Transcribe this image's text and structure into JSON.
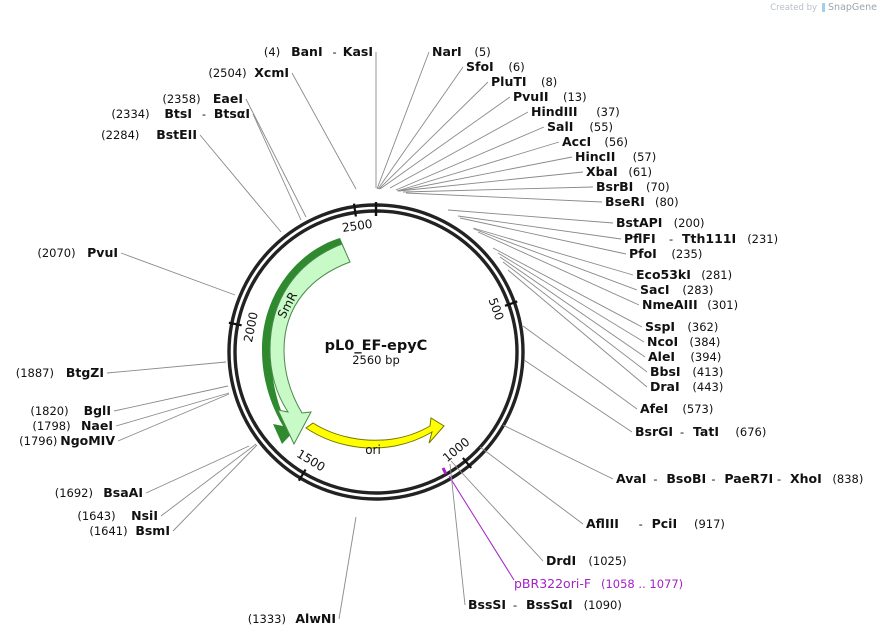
{
  "branding": {
    "created_by": "Created by",
    "product": "SnapGene",
    "logo_icon": "snapgene-logo-icon"
  },
  "plasmid": {
    "name": "pL0_EF-epyC",
    "size_label": "2560 bp",
    "length": 2560
  },
  "ticks": [
    {
      "position": 500,
      "label": "500"
    },
    {
      "position": 1000,
      "label": "1000"
    },
    {
      "position": 1500,
      "label": "1500"
    },
    {
      "position": 2000,
      "label": "2000"
    },
    {
      "position": 2500,
      "label": "2500"
    }
  ],
  "features": [
    {
      "name": "SmR",
      "type": "gene",
      "color": "#c8fac8",
      "stroke": "#4a8a4a",
      "direction": "reverse"
    },
    {
      "name": "ori",
      "type": "origin",
      "color": "#ffff00",
      "stroke": "#777700",
      "direction": "forward"
    }
  ],
  "primers": [
    {
      "name": "pBR322ori-F",
      "range": "(1058 .. 1077)",
      "color": "#a521c8"
    }
  ],
  "sites_right": [
    {
      "names": [
        "NarI"
      ],
      "position": "(5)"
    },
    {
      "names": [
        "SfoI"
      ],
      "position": "(6)"
    },
    {
      "names": [
        "PluTI"
      ],
      "position": "(8)"
    },
    {
      "names": [
        "PvuII"
      ],
      "position": "(13)"
    },
    {
      "names": [
        "HindIII"
      ],
      "position": "(37)"
    },
    {
      "names": [
        "SalI"
      ],
      "position": "(55)"
    },
    {
      "names": [
        "AccI"
      ],
      "position": "(56)"
    },
    {
      "names": [
        "HincII"
      ],
      "position": "(57)"
    },
    {
      "names": [
        "XbaI"
      ],
      "position": "(61)"
    },
    {
      "names": [
        "BsrBI"
      ],
      "position": "(70)"
    },
    {
      "names": [
        "BseRI"
      ],
      "position": "(80)"
    },
    {
      "names": [
        "BstAPI"
      ],
      "position": "(200)"
    },
    {
      "names": [
        "PflFI",
        "Tth111I"
      ],
      "position": "(231)"
    },
    {
      "names": [
        "PfoI"
      ],
      "position": "(235)"
    },
    {
      "names": [
        "Eco53kI"
      ],
      "position": "(281)"
    },
    {
      "names": [
        "SacI"
      ],
      "position": "(283)"
    },
    {
      "names": [
        "NmeAIII"
      ],
      "position": "(301)"
    },
    {
      "names": [
        "SspI"
      ],
      "position": "(362)"
    },
    {
      "names": [
        "NcoI"
      ],
      "position": "(384)"
    },
    {
      "names": [
        "AleI"
      ],
      "position": "(394)"
    },
    {
      "names": [
        "BbsI"
      ],
      "position": "(413)"
    },
    {
      "names": [
        "DraI"
      ],
      "position": "(443)"
    },
    {
      "names": [
        "AfeI"
      ],
      "position": "(573)"
    },
    {
      "names": [
        "BsrGI",
        "TatI"
      ],
      "position": "(676)"
    },
    {
      "names": [
        "AvaI",
        "BsoBI",
        "PaeR7I",
        "XhoI"
      ],
      "position": "(838)"
    },
    {
      "names": [
        "AflIII",
        "PciI"
      ],
      "position": "(917)"
    },
    {
      "names": [
        "DrdI"
      ],
      "position": "(1025)"
    },
    {
      "names": [
        "BssSI",
        "BssSαI"
      ],
      "position": "(1090)"
    }
  ],
  "sites_left": [
    {
      "names": [
        "BanI",
        "KasI"
      ],
      "position": "(4)"
    },
    {
      "names": [
        "XcmI"
      ],
      "position": "(2504)"
    },
    {
      "names": [
        "EaeI"
      ],
      "position": "(2358)"
    },
    {
      "names": [
        "BtsI",
        "BtsαI"
      ],
      "position": "(2334)"
    },
    {
      "names": [
        "BstEII"
      ],
      "position": "(2284)"
    },
    {
      "names": [
        "PvuI"
      ],
      "position": "(2070)"
    },
    {
      "names": [
        "BtgZI"
      ],
      "position": "(1887)"
    },
    {
      "names": [
        "BglI"
      ],
      "position": "(1820)"
    },
    {
      "names": [
        "NaeI"
      ],
      "position": "(1798)"
    },
    {
      "names": [
        "NgoMIV"
      ],
      "position": "(1796)"
    },
    {
      "names": [
        "BsaAI"
      ],
      "position": "(1692)"
    },
    {
      "names": [
        "NsiI"
      ],
      "position": "(1643)"
    },
    {
      "names": [
        "BsmI"
      ],
      "position": "(1641)"
    },
    {
      "names": [
        "AlwNI"
      ],
      "position": "(1333)"
    }
  ]
}
